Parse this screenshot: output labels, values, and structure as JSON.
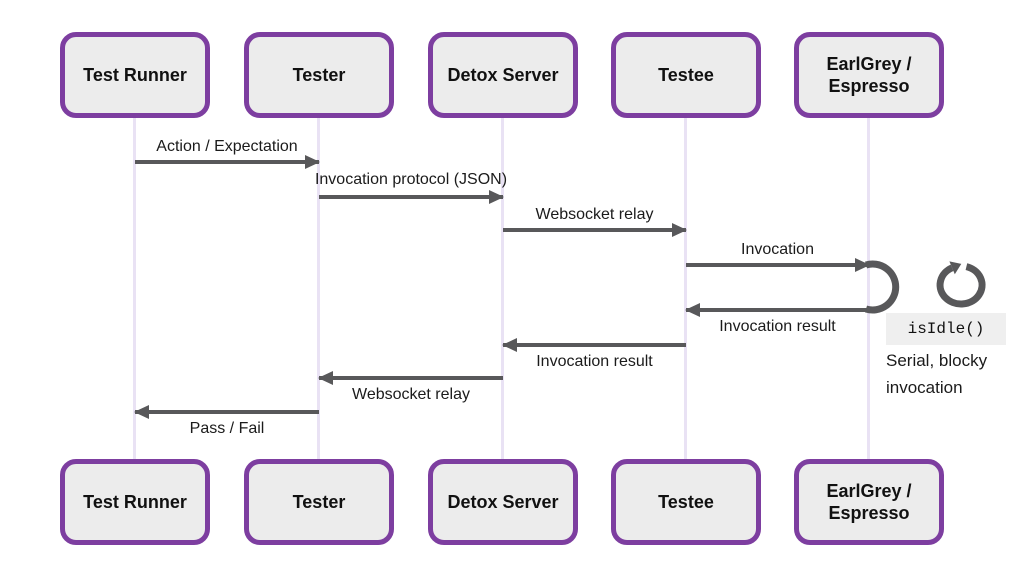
{
  "colors": {
    "accent_purple": "#7d3ea0",
    "box_fill": "#ececec",
    "lifeline": "#e9e2f4",
    "arrow_gray": "#58585a",
    "code_chip_bg": "#efefef",
    "background": "#ffffff"
  },
  "actors": [
    {
      "label": "Test Runner"
    },
    {
      "label": "Tester"
    },
    {
      "label": "Detox Server"
    },
    {
      "label": "Testee"
    },
    {
      "label": "EarlGrey / Espresso"
    }
  ],
  "messages": [
    {
      "label": "Action / Expectation",
      "from": "Test Runner",
      "to": "Tester",
      "direction": "right"
    },
    {
      "label": "Invocation protocol (JSON)",
      "from": "Tester",
      "to": "Detox Server",
      "direction": "right"
    },
    {
      "label": "Websocket relay",
      "from": "Detox Server",
      "to": "Testee",
      "direction": "right"
    },
    {
      "label": "Invocation",
      "from": "Testee",
      "to": "EarlGrey / Espresso",
      "direction": "right"
    },
    {
      "label": "Invocation result",
      "from": "EarlGrey / Espresso",
      "to": "Testee",
      "direction": "left"
    },
    {
      "label": "Invocation result",
      "from": "Testee",
      "to": "Detox Server",
      "direction": "left"
    },
    {
      "label": "Websocket relay",
      "from": "Detox Server",
      "to": "Tester",
      "direction": "left"
    },
    {
      "label": "Pass / Fail",
      "from": "Tester",
      "to": "Test Runner",
      "direction": "left"
    }
  ],
  "annotation": {
    "code_label": "isIdle()",
    "note": "Serial, blocky invocation",
    "icons": [
      "self-call-loop-icon",
      "refresh-icon"
    ]
  }
}
